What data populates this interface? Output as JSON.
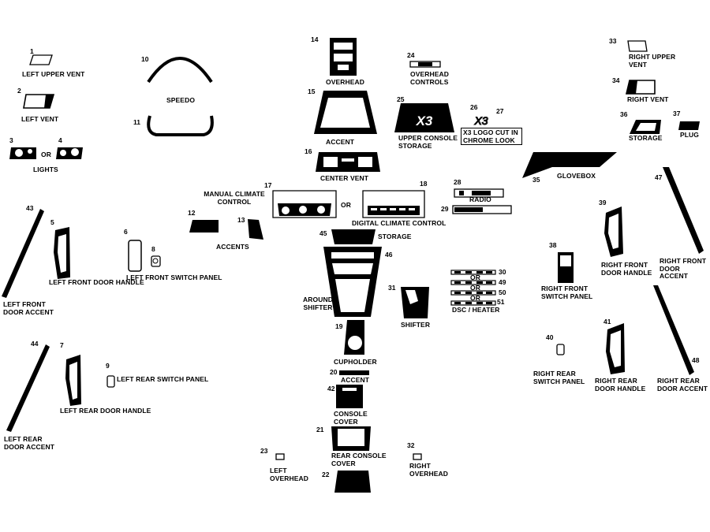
{
  "parts": [
    {
      "id": "1",
      "label": "LEFT UPPER VENT"
    },
    {
      "id": "2",
      "label": "LEFT VENT"
    },
    {
      "id": "3",
      "label": ""
    },
    {
      "id": "4",
      "label": ""
    },
    {
      "id": "5",
      "label": "LEFT FRONT DOOR HANDLE"
    },
    {
      "id": "6",
      "label": "LEFT FRONT SWITCH PANEL"
    },
    {
      "id": "7",
      "label": "LEFT REAR DOOR HANDLE"
    },
    {
      "id": "8",
      "label": ""
    },
    {
      "id": "9",
      "label": "LEFT REAR SWITCH PANEL"
    },
    {
      "id": "10",
      "label": "SPEEDO"
    },
    {
      "id": "11",
      "label": ""
    },
    {
      "id": "12",
      "label": ""
    },
    {
      "id": "13",
      "label": "ACCENTS"
    },
    {
      "id": "14",
      "label": "OVERHEAD"
    },
    {
      "id": "15",
      "label": "ACCENT"
    },
    {
      "id": "16",
      "label": "CENTER VENT"
    },
    {
      "id": "17",
      "label": "MANUAL CLIMATE CONTROL"
    },
    {
      "id": "18",
      "label": "DIGITAL CLIMATE CONTROL"
    },
    {
      "id": "19",
      "label": "CUPHOLDER"
    },
    {
      "id": "20",
      "label": "ACCENT"
    },
    {
      "id": "21",
      "label": "REAR CONSOLE COVER"
    },
    {
      "id": "22",
      "label": ""
    },
    {
      "id": "23",
      "label": "LEFT OVERHEAD"
    },
    {
      "id": "24",
      "label": "OVERHEAD CONTROLS"
    },
    {
      "id": "25",
      "label": "UPPER CONSOLE STORAGE"
    },
    {
      "id": "26",
      "label": ""
    },
    {
      "id": "27",
      "label": "X3 LOGO CUT IN CHROME LOOK"
    },
    {
      "id": "28",
      "label": "RADIO"
    },
    {
      "id": "29",
      "label": ""
    },
    {
      "id": "30",
      "label": ""
    },
    {
      "id": "31",
      "label": "SHIFTER"
    },
    {
      "id": "32",
      "label": "RIGHT OVERHEAD"
    },
    {
      "id": "33",
      "label": "RIGHT UPPER VENT"
    },
    {
      "id": "34",
      "label": "RIGHT VENT"
    },
    {
      "id": "35",
      "label": "GLOVEBOX"
    },
    {
      "id": "36",
      "label": "STORAGE"
    },
    {
      "id": "37",
      "label": "PLUG"
    },
    {
      "id": "38",
      "label": "RIGHT FRONT SWITCH PANEL"
    },
    {
      "id": "39",
      "label": "RIGHT FRONT DOOR HANDLE"
    },
    {
      "id": "40",
      "label": "RIGHT REAR SWITCH PANEL"
    },
    {
      "id": "41",
      "label": "RIGHT REAR DOOR HANDLE"
    },
    {
      "id": "42",
      "label": "CONSOLE COVER"
    },
    {
      "id": "43",
      "label": "LEFT FRONT DOOR ACCENT"
    },
    {
      "id": "44",
      "label": "LEFT REAR DOOR ACCENT"
    },
    {
      "id": "45",
      "label": "STORAGE"
    },
    {
      "id": "46",
      "label": "AROUND SHIFTER"
    },
    {
      "id": "47",
      "label": "RIGHT FRONT DOOR ACCENT"
    },
    {
      "id": "48",
      "label": "RIGHT REAR DOOR ACCENT"
    },
    {
      "id": "49",
      "label": ""
    },
    {
      "id": "50",
      "label": ""
    },
    {
      "id": "51",
      "label": "DSC / HEATER"
    }
  ],
  "misc": {
    "lights": "LIGHTS",
    "or": "OR",
    "x3_logo_text": "X3"
  },
  "colors": {
    "ink": "#000000",
    "paper": "#ffffff"
  }
}
